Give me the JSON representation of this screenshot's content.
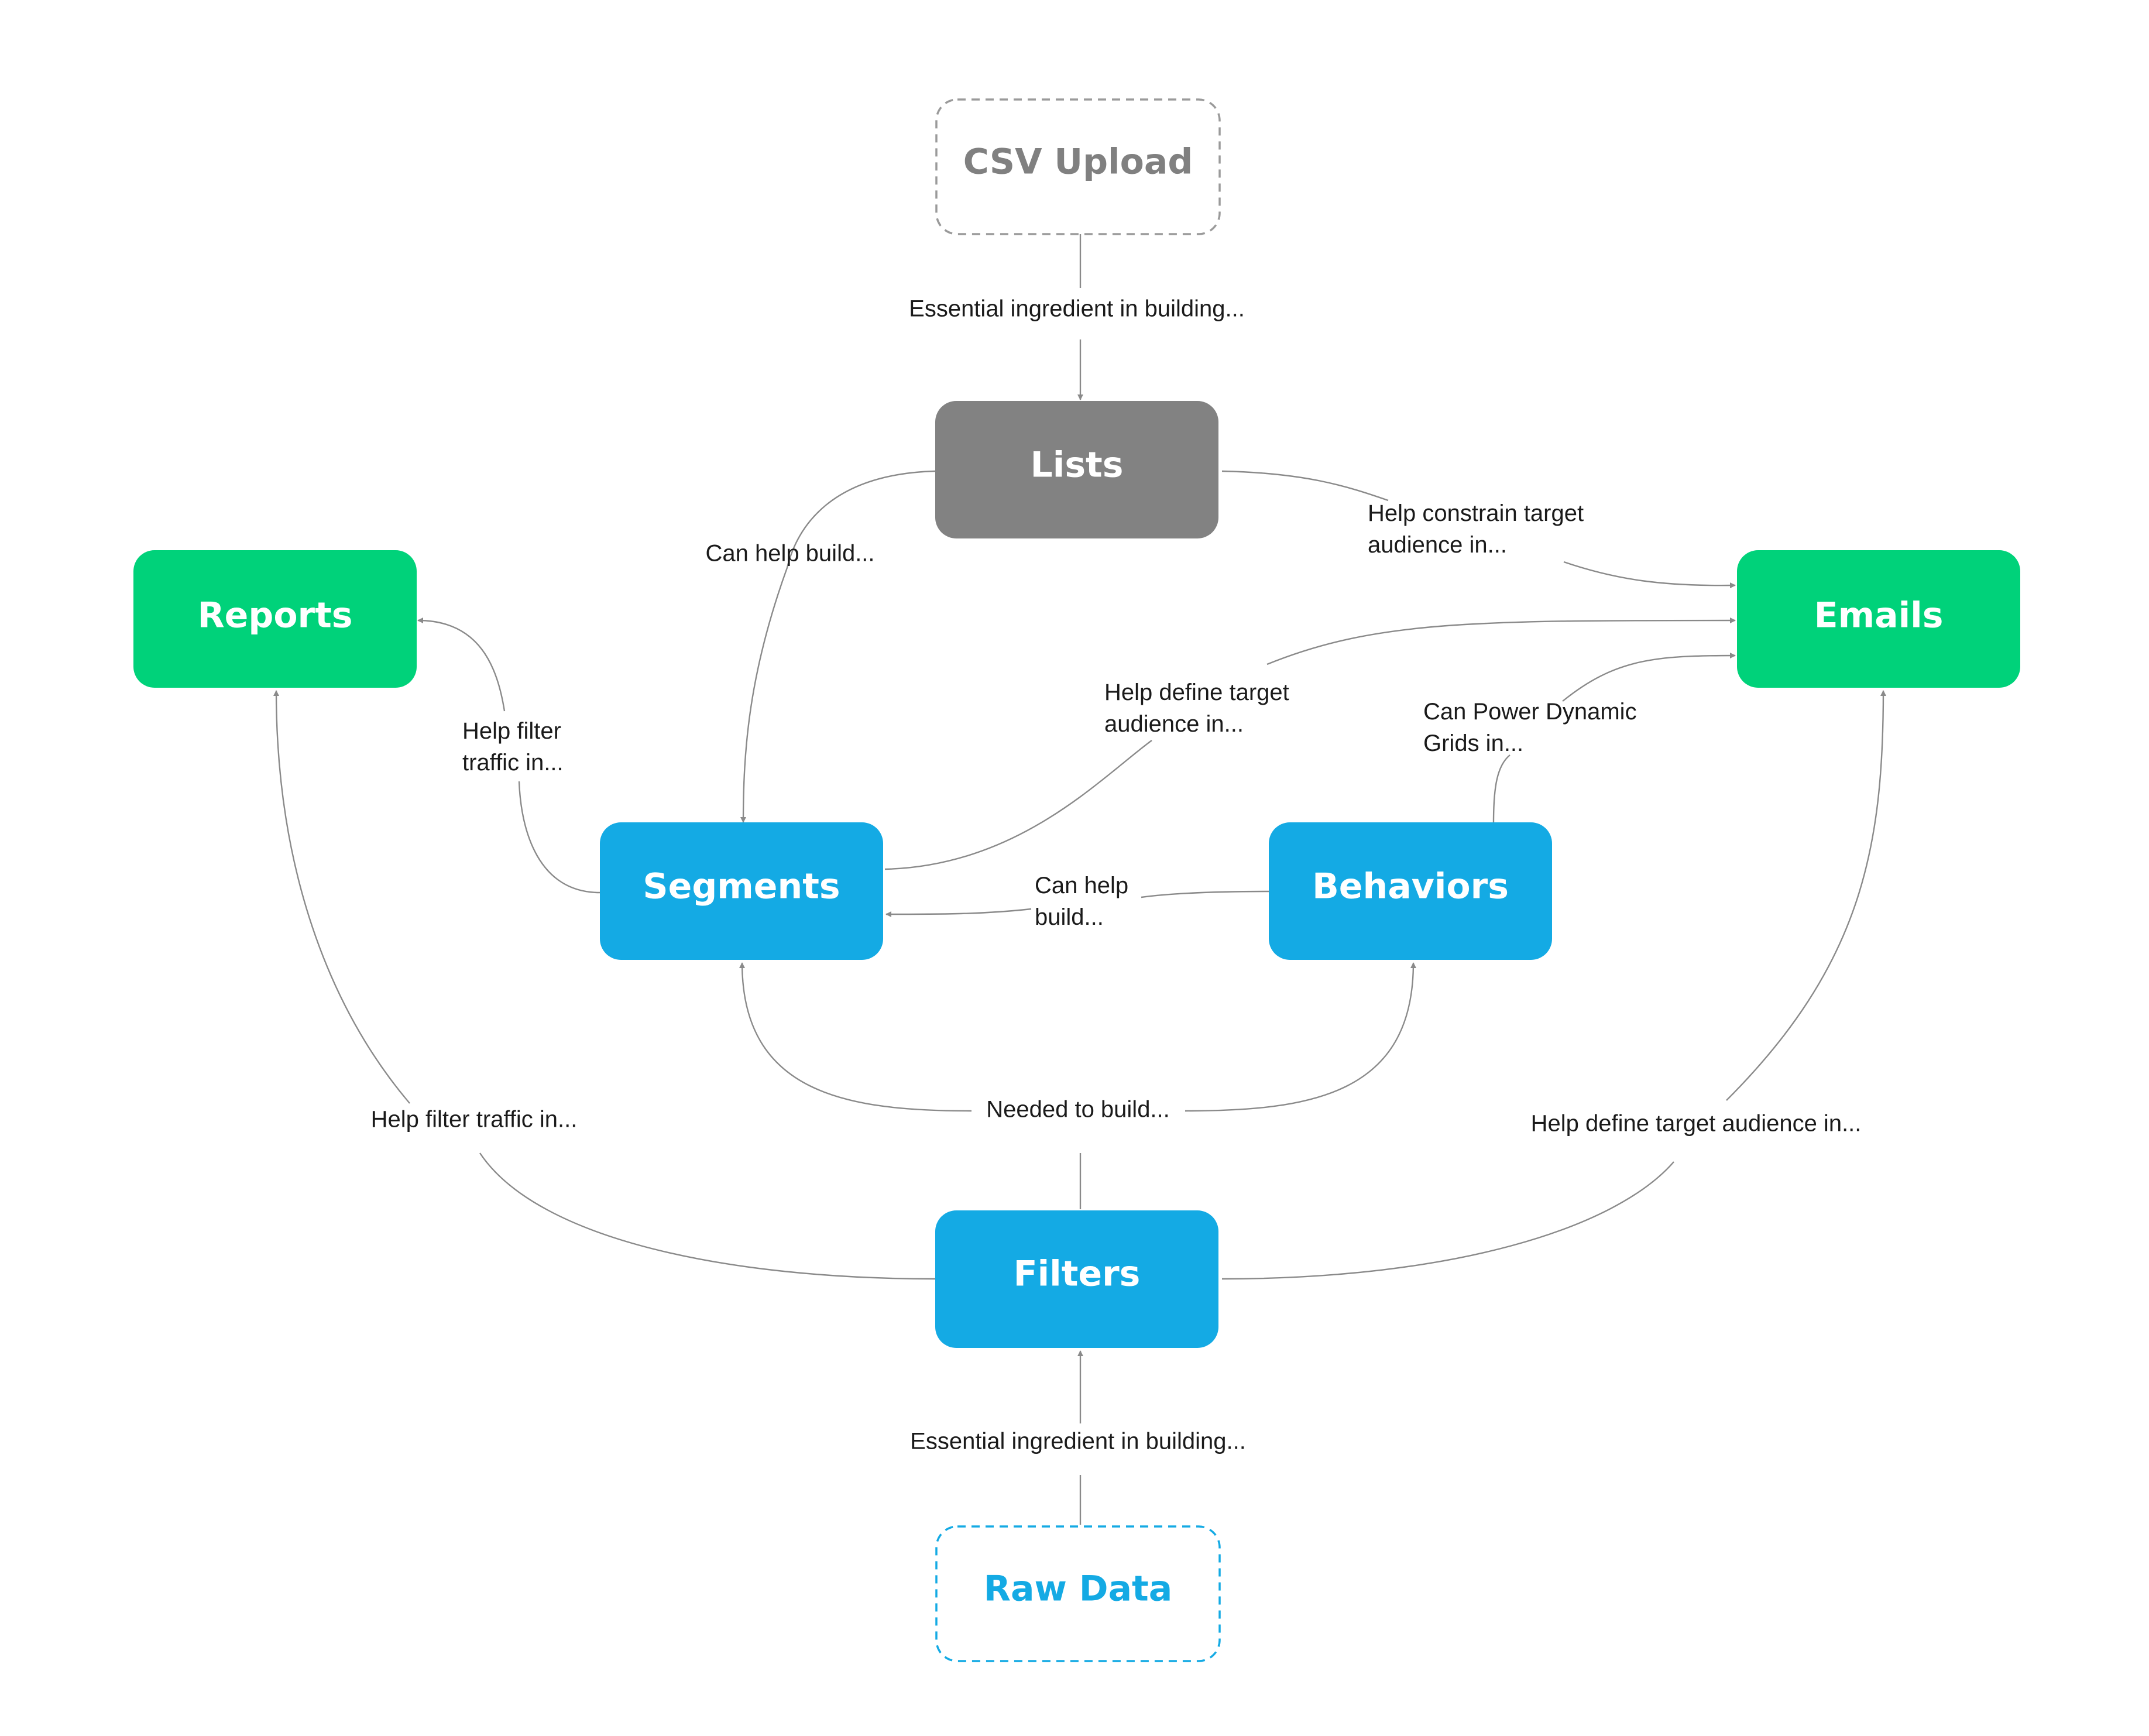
{
  "colors": {
    "green": "#00d27a",
    "blue": "#14aae4",
    "gray": "#828282",
    "dashed_gray": "#9a9a9a",
    "dashed_blue": "#14aae4",
    "edge": "#8a8a8a"
  },
  "nodes": {
    "csv_upload": "CSV Upload",
    "lists": "Lists",
    "reports": "Reports",
    "emails": "Emails",
    "segments": "Segments",
    "behaviors": "Behaviors",
    "filters": "Filters",
    "raw_data": "Raw Data"
  },
  "edges": {
    "csv_to_lists": "Essential ingredient in building...",
    "lists_to_segments": "Can help build...",
    "lists_to_emails": [
      "Help constrain target",
      "audience in..."
    ],
    "segments_to_reports": [
      "Help filter",
      "traffic in..."
    ],
    "segments_to_emails": [
      "Help define target",
      "audience in..."
    ],
    "behaviors_to_emails": [
      "Can Power Dynamic",
      "Grids in..."
    ],
    "behaviors_to_segments": [
      "Can help",
      "build..."
    ],
    "filters_to_segments_behaviors": "Needed to build...",
    "filters_to_reports": "Help filter traffic in...",
    "filters_to_emails": "Help define target audience in...",
    "raw_to_filters": "Essential ingredient in building..."
  }
}
